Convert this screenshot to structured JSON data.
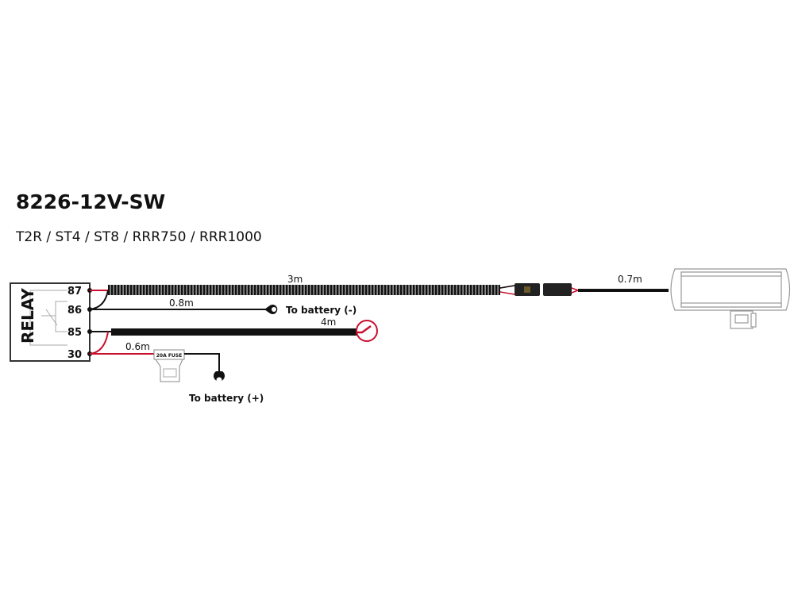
{
  "title": "8226-12V-SW",
  "subtitle": "T2R / ST4 / ST8 / RRR750 / RRR1000",
  "relay": {
    "label": "RELAY",
    "pins": [
      "87",
      "86",
      "85",
      "30"
    ]
  },
  "wires": {
    "loom_length": "3m",
    "ground_length": "0.8m",
    "switch_length": "4m",
    "power_length": "0.6m",
    "lamp_length": "0.7m"
  },
  "fuse_label": "20A FUSE",
  "battery_negative": "To battery (-)",
  "battery_positive": "To battery (+)",
  "colors": {
    "red_wire": "#c8102e",
    "black_wire": "#000000"
  }
}
